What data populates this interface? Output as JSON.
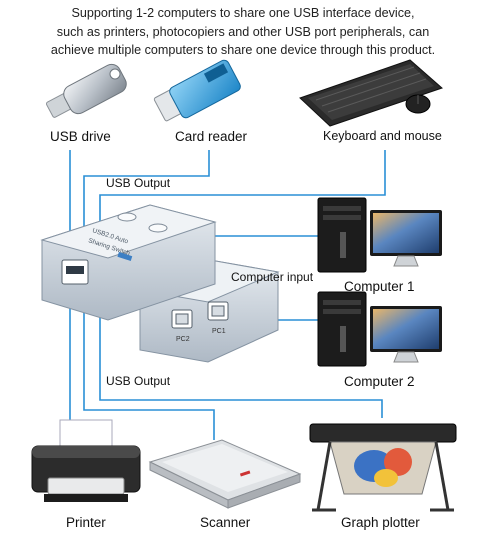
{
  "intro": {
    "line1": "Supporting 1-2 computers to share one USB interface device,",
    "line2": "such as printers, photocopiers and other USB port peripherals, can",
    "line3": "achieve multiple computers to share one device through this product."
  },
  "devices": {
    "usb_drive": "USB drive",
    "card_reader": "Card reader",
    "keyboard_mouse": "Keyboard and mouse",
    "computer1": "Computer 1",
    "computer2": "Computer 2",
    "printer": "Printer",
    "scanner": "Scanner",
    "plotter": "Graph plotter"
  },
  "labels": {
    "usb_output_top": "USB Output",
    "usb_output_bottom": "USB Output",
    "computer_input": "Computer input"
  },
  "switch_box": {
    "face_line1": "USB2.0 Auto",
    "face_line2": "Sharing Switch",
    "port_pc1": "PC1",
    "port_pc2": "PC2"
  },
  "colors": {
    "line": "#2a8fd6",
    "box": "#c9d3de"
  }
}
